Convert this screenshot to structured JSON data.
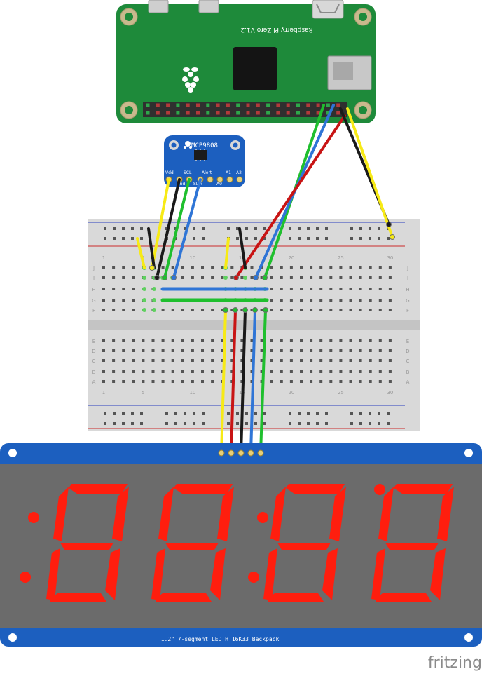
{
  "pi": {
    "title": "Raspberry Pi Zero V1.2",
    "board_color": "#1e8a3a",
    "logo": "raspberry-logo"
  },
  "sensor": {
    "title": "MCP9808",
    "board_color": "#1c5fbf",
    "pins_top": [
      "Vdd",
      "SCL",
      "Alert",
      "A1",
      "A2"
    ],
    "pins_bottom": [
      "Gnd",
      "SDA",
      "A0"
    ]
  },
  "breadboard": {
    "row_letters_top": [
      "J",
      "I",
      "H",
      "G",
      "F"
    ],
    "row_letters_bottom": [
      "E",
      "D",
      "C",
      "B",
      "A"
    ],
    "col_numbers": [
      "1",
      "5",
      "10",
      "15",
      "20",
      "25",
      "30"
    ],
    "rail_top_color": "#2a3fbf",
    "rail_bottom_color": "#cc2a2a"
  },
  "display": {
    "label": "1.2\" 7-segment LED HT16K33 Backpack",
    "board_color": "#1c5fbf",
    "face_color": "#6b6b6b",
    "segment_color": "#ff1e0e",
    "digits": [
      "8",
      "8",
      "8",
      "8"
    ]
  },
  "wires": {
    "yellow": "#f7ea16",
    "black": "#1a1a1a",
    "green": "#1fbf2e",
    "blue": "#2f75d6",
    "red": "#c81414"
  },
  "watermark": "fritzing"
}
